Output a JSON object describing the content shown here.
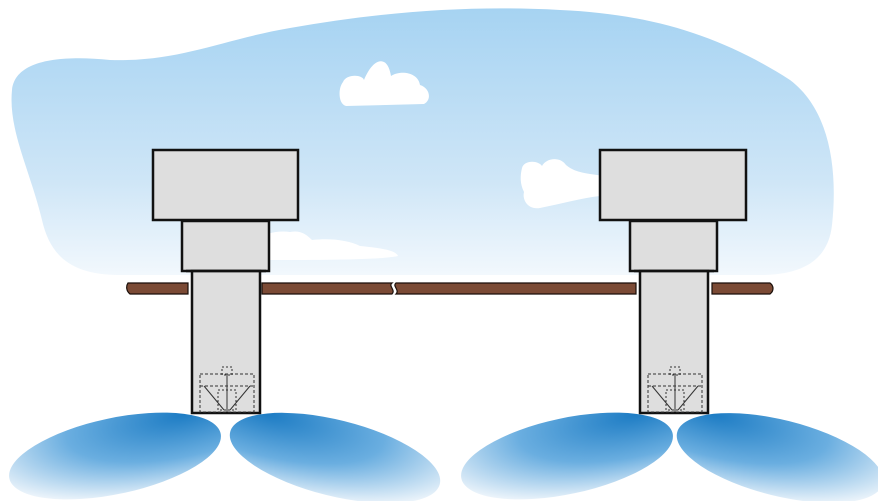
{
  "diagram": {
    "type": "section illustration",
    "components": [
      "sky-background",
      "cloud",
      "ground-slab",
      "well-housing",
      "well-shaft",
      "pump-mechanism",
      "water-plume"
    ],
    "well_count": 2,
    "colors": {
      "sky_top": "#a6d3f2",
      "sky_bottom": "#eaf4fb",
      "ground": "#7b4a35",
      "concrete": "#dedede",
      "outline": "#111111",
      "water_dark": "#1d7cc4",
      "water_light": "#e8f1f9",
      "cloud": "#ffffff"
    }
  }
}
